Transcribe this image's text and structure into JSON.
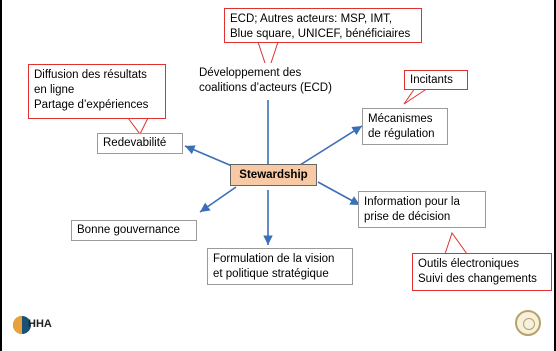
{
  "center": "Stewardship",
  "nodes": {
    "development": [
      "Développement des",
      "coalitions d’acteurs (ECD)"
    ],
    "mechanisms": [
      "Mécanismes",
      "de régulation"
    ],
    "information": [
      "Information pour la",
      "prise de décision"
    ],
    "formulation": [
      "Formulation de la vision",
      "et politique stratégique"
    ],
    "governance": "Bonne gouvernance",
    "accountability": "Redevabilité"
  },
  "callouts": {
    "actors": [
      "ECD; Autres acteurs: MSP, IMT,",
      "Blue square, UNICEF, bénéficiaires"
    ],
    "diffusion": [
      "Diffusion des résultats",
      "en ligne",
      "Partage d’expériences"
    ],
    "incentives": "Incitants",
    "tools": [
      "Outils électroniques",
      "Suivi des changements"
    ]
  },
  "logo_text": "HHA",
  "colors": {
    "arrow": "#3b6fb6",
    "center_fill": "#f7c9a5",
    "callout_border": "#e03030"
  }
}
